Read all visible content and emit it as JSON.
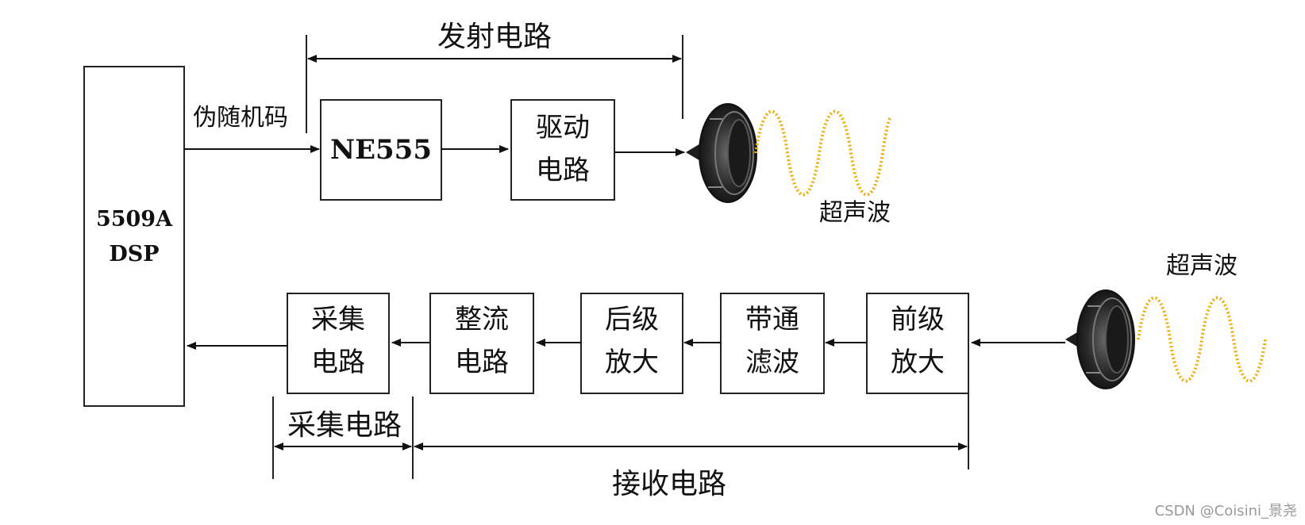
{
  "transmit": {
    "section_label": "发射电路",
    "signal_label": "伪随机码",
    "timer_chip": "NE555",
    "driver": [
      "驱动",
      "电路"
    ],
    "wave_label": "超声波"
  },
  "dsp": {
    "line1": "5509A",
    "line2": "DSP"
  },
  "receive": {
    "wave_label": "超声波",
    "preamp": [
      "前级",
      "放大"
    ],
    "bandpass": [
      "带通",
      "滤波"
    ],
    "postamp": [
      "后级",
      "放大"
    ],
    "rectifier": [
      "整流",
      "电路"
    ],
    "acquisition": [
      "采集",
      "电路"
    ],
    "acquisition_section_label": "采集电路",
    "section_label": "接收电路"
  },
  "colors": {
    "wave": "#f2a900",
    "line": "#111111",
    "transducer": "#2a2a2a"
  },
  "icons": {
    "transducer": "ultrasonic-transducer-icon",
    "wave": "sine-wave-icon"
  },
  "watermark": "CSDN @Coisini_景尧"
}
